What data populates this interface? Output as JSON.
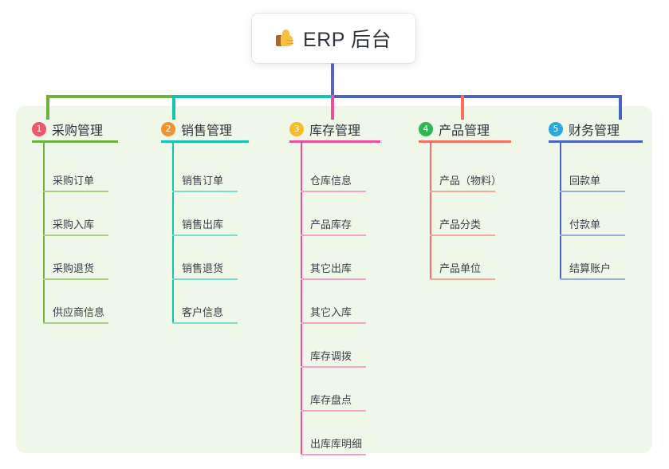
{
  "title": {
    "icon": "thumbs-up-icon",
    "text": "ERP 后台"
  },
  "theme": {
    "page_background": "#ffffff",
    "panel_background": "#eef7e8",
    "card_background": "#ffffff",
    "title_color": "#31353f",
    "stem_color": "#5b5fc7"
  },
  "columns": [
    {
      "number": "1",
      "label": "采购管理",
      "badge_color": "#f0556f",
      "accent": "#6fb13f",
      "accent_light": "#a8cf85",
      "items": [
        "采购订单",
        "采购入库",
        "采购退货",
        "供应商信息"
      ]
    },
    {
      "number": "2",
      "label": "销售管理",
      "badge_color": "#f3922f",
      "accent": "#17c3ae",
      "accent_light": "#7ddcd0",
      "items": [
        "销售订单",
        "销售出库",
        "销售退货",
        "客户信息"
      ]
    },
    {
      "number": "3",
      "label": "库存管理",
      "badge_color": "#f7bc26",
      "accent": "#ee4f9b",
      "accent_light": "#f3a3c9",
      "items": [
        "仓库信息",
        "产品库存",
        "其它出库",
        "其它入库",
        "库存调拨",
        "库存盘点",
        "出库库明细"
      ]
    },
    {
      "number": "4",
      "label": "产品管理",
      "badge_color": "#2cb94f",
      "accent": "#f4705f",
      "accent_light": "#f8a79b",
      "items": [
        "产品（物料）",
        "产品分类",
        "产品单位"
      ]
    },
    {
      "number": "5",
      "label": "财务管理",
      "badge_color": "#29a9e0",
      "accent": "#4a62c4",
      "accent_light": "#9aabdd",
      "items": [
        "回款单",
        "付款单",
        "结算账户"
      ]
    }
  ]
}
